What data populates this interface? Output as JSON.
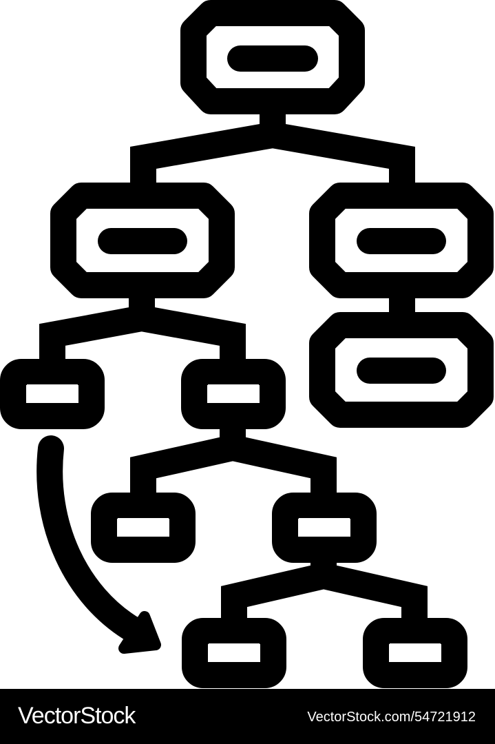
{
  "footer": {
    "brand": "VectorStock",
    "reference": "VectorStock.com/54721912"
  },
  "colors": {
    "ink": "#000000",
    "paper": "#ffffff"
  },
  "diagram": {
    "nodes": [
      {
        "id": "root",
        "shape": "octagon",
        "content": "pill"
      },
      {
        "id": "mid-left",
        "shape": "octagon",
        "content": "pill",
        "parent": "root"
      },
      {
        "id": "mid-right",
        "shape": "octagon",
        "content": "pill",
        "parent": "root"
      },
      {
        "id": "right-lower",
        "shape": "octagon",
        "content": "pill",
        "parent": "mid-right"
      },
      {
        "id": "box-a",
        "shape": "rectangle",
        "content": "slot",
        "parent": "mid-left"
      },
      {
        "id": "box-b",
        "shape": "rectangle",
        "content": "slot",
        "parent": "mid-left"
      },
      {
        "id": "box-c",
        "shape": "rectangle",
        "content": "slot",
        "parent": "box-b"
      },
      {
        "id": "box-d",
        "shape": "rectangle",
        "content": "slot",
        "parent": "box-b"
      },
      {
        "id": "box-e",
        "shape": "rectangle",
        "content": "slot",
        "parent": "box-d"
      },
      {
        "id": "box-f",
        "shape": "rectangle",
        "content": "slot",
        "parent": "box-d"
      }
    ],
    "extras": [
      {
        "id": "curved-arrow",
        "from": "box-a",
        "to": "box-e"
      }
    ]
  }
}
